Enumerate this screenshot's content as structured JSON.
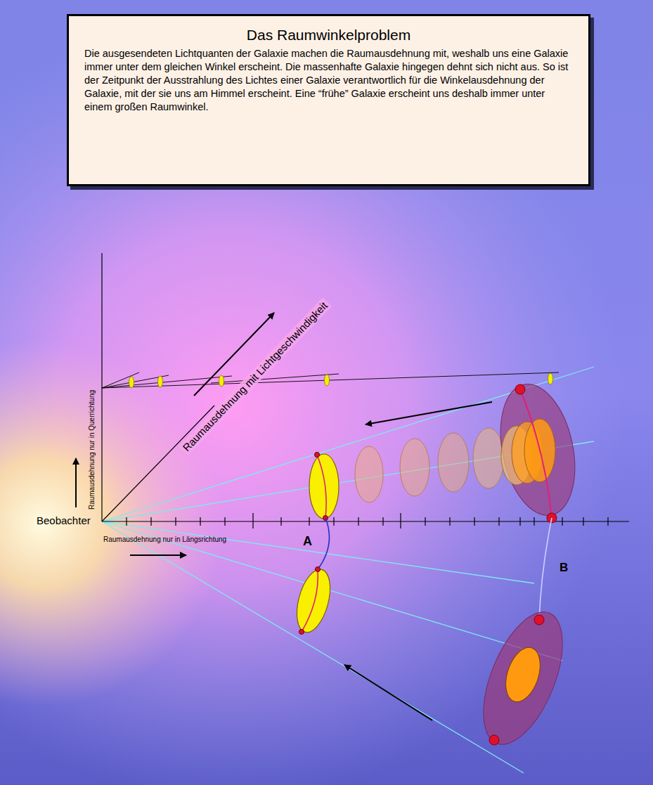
{
  "diagram": {
    "nodes": [
      {
        "text": [
          "Das Raumwinkelproblem",
          "Die ausgesendeten Lichtquanten der Galaxie machen die Raumausdehnung mit, weshalb uns eine Galaxie immer unter dem gleichen Winkel erscheint. Die massenhafte Galaxie hingegen dehnt sich nicht aus. So ist der Zeitpunkt der Ausstrahlung des Lichtes einer Galaxie verantwortlich für die Winkelausdehnung der Galaxie, mit der sie uns am Himmel erscheint. Eine “frühe” Galaxie erscheint uns deshalb immer unter einem großen Raumwinkel."
        ]
      }
    ],
    "labels": [
      "Beobachter",
      "Raumausdehnung nur in Querrichtung",
      "Raumausdehnung mit Lichtgeschwindigkeit",
      "Raumausdehnung nur in Längsrichtung",
      "A",
      "B"
    ]
  }
}
